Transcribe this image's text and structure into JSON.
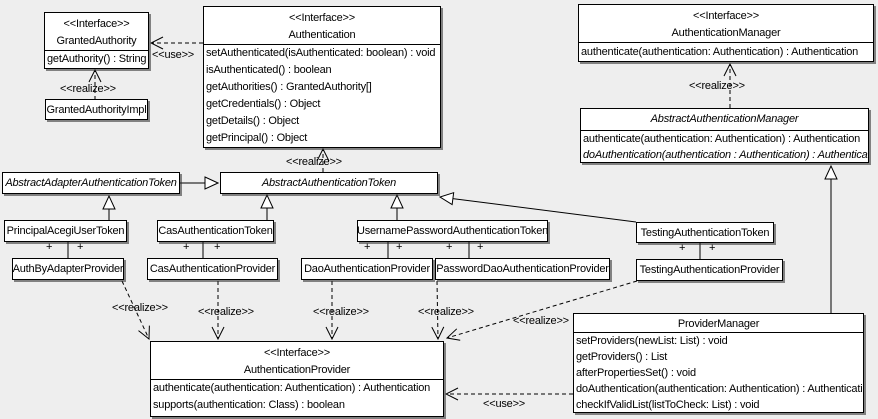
{
  "diagram": {
    "background": "#eeeeee",
    "box_fill": "#ffffff",
    "line_color": "#000000"
  },
  "stereotypes": {
    "interface": "<<Interface>>",
    "realize": "<<realize>>",
    "use": "<<use>>",
    "plus": "+"
  },
  "classes": {
    "granted_authority": {
      "stereotype": "<<Interface>>",
      "name": "GrantedAuthority",
      "members": [
        "getAuthority() : String"
      ]
    },
    "granted_authority_impl": {
      "name": "GrantedAuthorityImpl"
    },
    "authentication": {
      "stereotype": "<<Interface>>",
      "name": "Authentication",
      "members": [
        "setAuthenticated(isAuthenticated: boolean) : void",
        "isAuthenticated() : boolean",
        "getAuthorities() : GrantedAuthority[]",
        "getCredentials() : Object",
        "getDetails() : Object",
        "getPrincipal() : Object"
      ]
    },
    "authentication_manager": {
      "stereotype": "<<Interface>>",
      "name": "AuthenticationManager",
      "members": [
        "authenticate(authentication: Authentication) : Authentication"
      ]
    },
    "abstract_authentication_manager": {
      "name": "AbstractAuthenticationManager",
      "members": [
        "authenticate(authentication: Authentication) : Authentication",
        "doAuthentication(authentication : Authentication) : Authentication"
      ]
    },
    "abstract_adapter_authentication_token": {
      "name": "AbstractAdapterAuthenticationToken"
    },
    "abstract_authentication_token": {
      "name": "AbstractAuthenticationToken"
    },
    "principal_acegi_user_token": {
      "name": "PrincipalAcegiUserToken"
    },
    "cas_authentication_token": {
      "name": "CasAuthenticationToken"
    },
    "username_password_authentication_token": {
      "name": "UsernamePasswordAuthenticationToken"
    },
    "testing_authentication_token": {
      "name": "TestingAuthenticationToken"
    },
    "auth_by_adapter_provider": {
      "name": "AuthByAdapterProvider"
    },
    "cas_authentication_provider": {
      "name": "CasAuthenticationProvider"
    },
    "dao_authentication_provider": {
      "name": "DaoAuthenticationProvider"
    },
    "password_dao_authentication_provider": {
      "name": "PasswordDaoAuthenticationProvider"
    },
    "testing_authentication_provider": {
      "name": "TestingAuthenticationProvider"
    },
    "authentication_provider": {
      "stereotype": "<<Interface>>",
      "name": "AuthenticationProvider",
      "members": [
        "authenticate(authentication: Authentication) : Authentication",
        "supports(authentication: Class) : boolean"
      ]
    },
    "provider_manager": {
      "name": "ProviderManager",
      "members": [
        "setProviders(newList: List) : void",
        "getProviders() : List",
        "afterPropertiesSet() : void",
        "doAuthentication(authentication: Authentication) : Authentication",
        "checkIfValidList(listToCheck: List) : void"
      ]
    }
  }
}
